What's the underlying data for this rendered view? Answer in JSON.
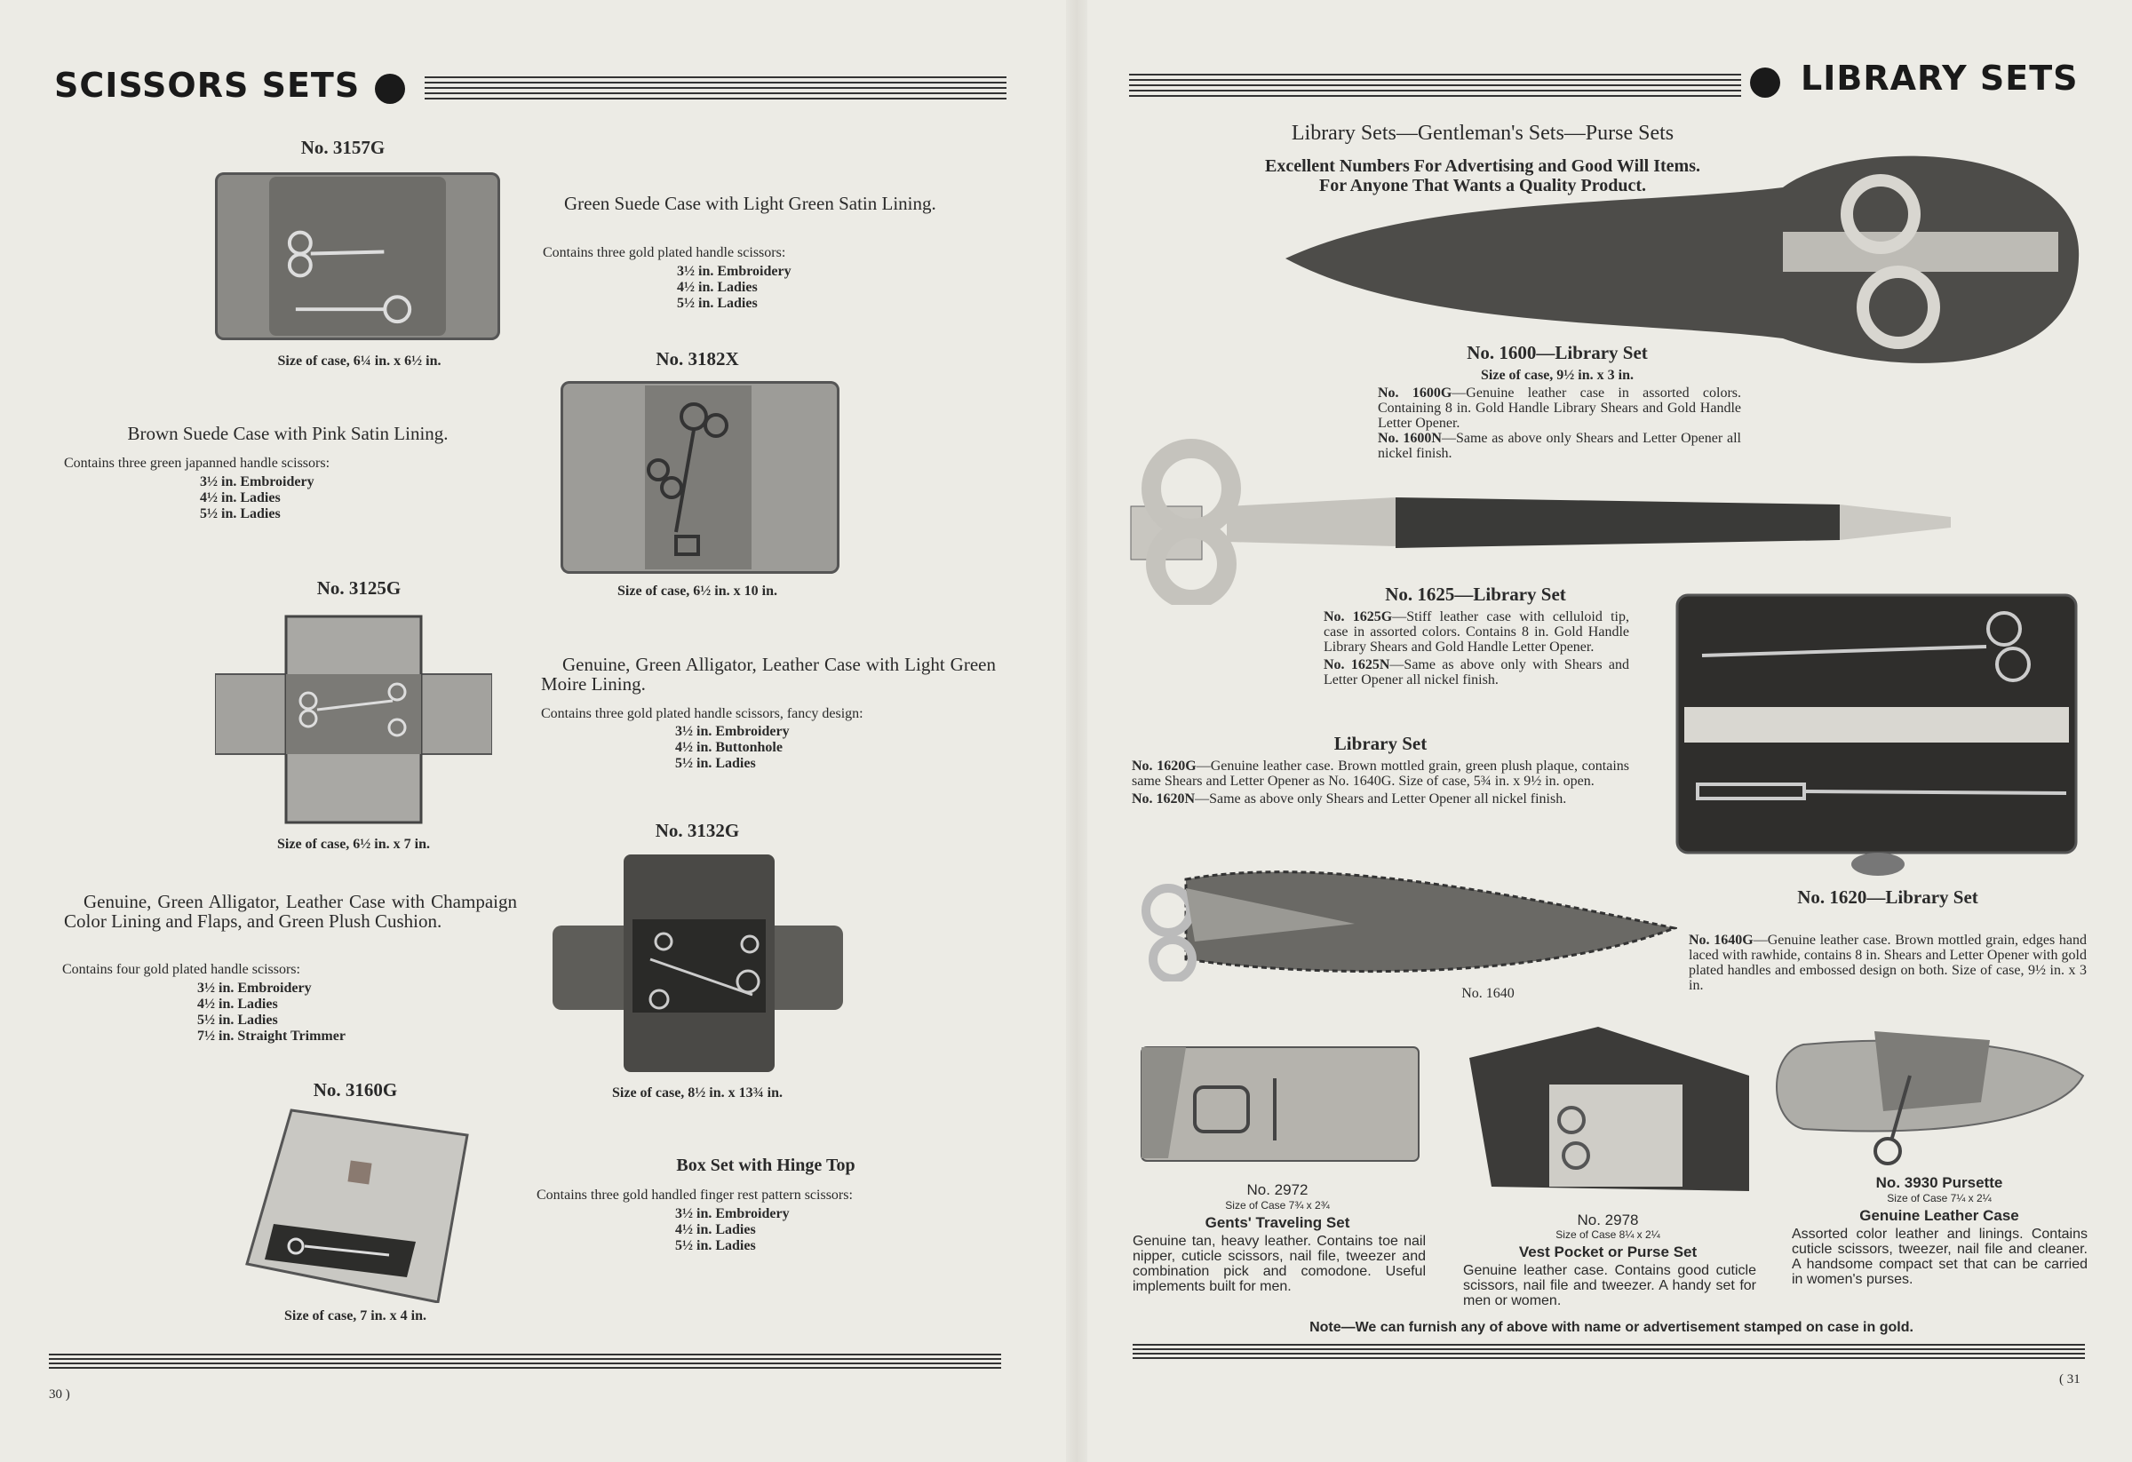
{
  "left_page": {
    "banner": "SCISSORS SETS",
    "page_number": "30 )",
    "items": [
      {
        "number": "No. 3157G",
        "size": "Size of case, 6¼ in. x 6½ in."
      },
      {
        "number": "No. 3182X",
        "size": "Size of case, 6½ in. x 10 in."
      },
      {
        "number": "No. 3125G",
        "size": "Size of case, 6½ in. x 7 in."
      },
      {
        "number": "No. 3132G",
        "size": "Size of case, 8½ in. x 13¾ in."
      },
      {
        "number": "No. 3160G",
        "size": "Size of case, 7 in. x 4 in."
      }
    ],
    "descriptions": [
      {
        "title": "Green Suede Case with Light Green Satin Lining.",
        "contains": "Contains three gold plated handle scissors:",
        "list": [
          "3½ in. Embroidery",
          "4½ in. Ladies",
          "5½ in. Ladies"
        ]
      },
      {
        "title": "Brown Suede Case with Pink Satin Lining.",
        "contains": "Contains three green japanned handle scissors:",
        "list": [
          "3½ in. Embroidery",
          "4½ in. Ladies",
          "5½ in. Ladies"
        ]
      },
      {
        "title": "Genuine, Green Alligator, Leather Case with Light Green Moire Lining.",
        "contains": "Contains three gold plated handle scissors, fancy design:",
        "list": [
          "3½ in. Embroidery",
          "4½ in. Buttonhole",
          "5½ in. Ladies"
        ]
      },
      {
        "title": "Genuine, Green Alligator, Leather Case with Champaign Color Lining and Flaps, and Green Plush Cushion.",
        "contains": "Contains four gold plated handle scissors:",
        "list": [
          "3½ in. Embroidery",
          "4½ in. Ladies",
          "5½ in. Ladies",
          "7½ in. Straight Trimmer"
        ]
      },
      {
        "title": "Box Set with Hinge Top",
        "contains": "Contains three gold handled finger rest pattern scissors:",
        "list": [
          "3½ in. Embroidery",
          "4½ in. Ladies",
          "5½ in. Ladies"
        ]
      }
    ]
  },
  "right_page": {
    "banner": "LIBRARY SETS",
    "page_number": "( 31",
    "subtitle": "Library Sets—Gentleman's Sets—Purse Sets",
    "tagline1": "Excellent Numbers For Advertising and Good Will Items.",
    "tagline2": "For Anyone That Wants a Quality Product.",
    "s1600": {
      "title": "No. 1600—Library Set",
      "size": "Size of case, 9½ in. x 3 in.",
      "g_label": "No. 1600G",
      "g_text": "—Genuine leather case in assorted colors. Containing 8 in. Gold Handle Library Shears and Gold Handle Letter Opener.",
      "n_label": "No. 1600N",
      "n_text": "—Same as above only Shears and Letter Opener all nickel finish."
    },
    "s1625": {
      "title": "No. 1625—Library Set",
      "g_label": "No. 1625G",
      "g_text": "—Stiff leather case with celluloid tip, case in assorted colors. Contains 8 in. Gold Handle Library Shears and Gold Handle Letter Opener.",
      "n_label": "No. 1625N",
      "n_text": "—Same as above only with Shears and Letter Opener all nickel finish."
    },
    "s1620": {
      "heading": "Library Set",
      "g_label": "No. 1620G",
      "g_text": "—Genuine leather case. Brown mottled grain, green plush plaque, contains same Shears and Letter Opener as No. 1640G. Size of case, 5¾ in. x 9½ in. open.",
      "n_label": "No. 1620N",
      "n_text": "—Same as above only Shears and Letter Opener all nickel finish.",
      "title": "No. 1620—Library Set"
    },
    "s1640": {
      "caption": "No. 1640",
      "g_label": "No. 1640G",
      "g_text": "—Genuine leather case. Brown mottled grain, edges hand laced with rawhide, contains 8 in. Shears and Letter Opener with gold plated handles and embossed design on both. Size of case, 9½ in. x 3 in."
    },
    "s2972": {
      "number": "No. 2972",
      "size": "Size of Case 7¾ x 2¾",
      "name": "Gents' Traveling Set",
      "text": "Genuine tan, heavy leather. Contains toe nail nipper, cuticle scissors, nail file, tweezer and combination pick and comodone. Useful implements built for men."
    },
    "s2978": {
      "number": "No. 2978",
      "size": "Size of Case 8¼ x 2¼",
      "name": "Vest Pocket or Purse Set",
      "text": "Genuine leather case. Contains good cuticle scissors, nail file and tweezer. A handy set for men or women."
    },
    "s3930": {
      "number": "No. 3930 Pursette",
      "size": "Size of Case 7¼ x 2¼",
      "name": "Genuine Leather Case",
      "text": "Assorted color leather and linings. Contains cuticle scissors, tweezer, nail file and cleaner. A handsome compact set that can be carried in women's purses."
    },
    "note": "Note—We can furnish any of above with name or advertisement stamped on case in gold."
  }
}
